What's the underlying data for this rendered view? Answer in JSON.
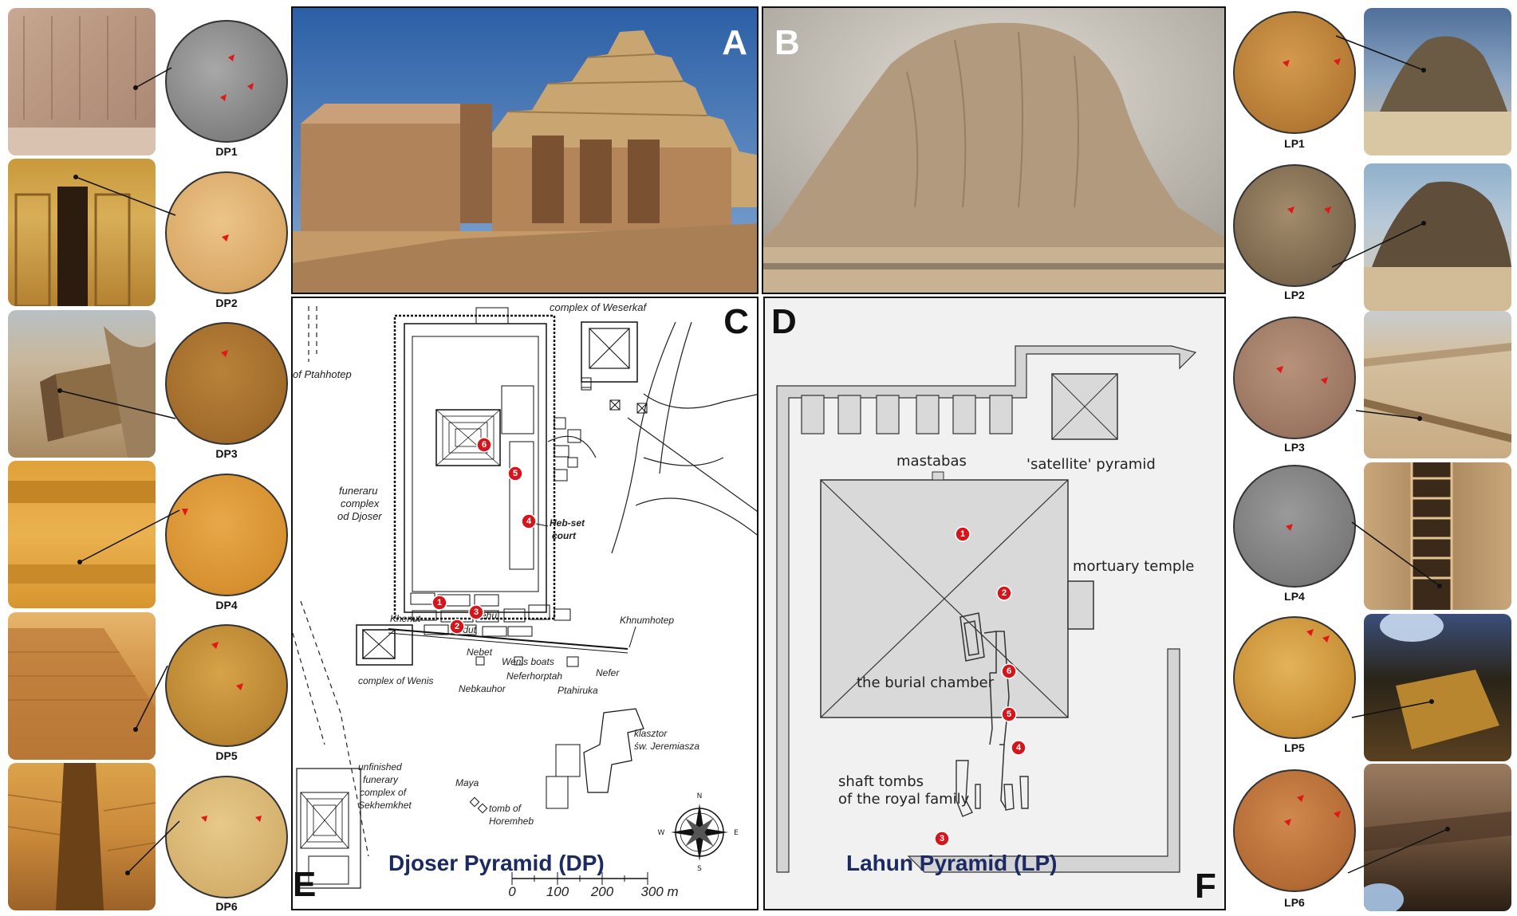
{
  "panels": {
    "A": "A",
    "B": "B",
    "C": "C",
    "D": "D",
    "E": "E",
    "F": "F"
  },
  "left_samples": [
    "DP1",
    "DP2",
    "DP3",
    "DP4",
    "DP5",
    "DP6"
  ],
  "right_samples": [
    "LP1",
    "LP2",
    "LP3",
    "LP4",
    "LP5",
    "LP6"
  ],
  "map_c": {
    "title": "Djoser Pyramid (DP)",
    "labels": {
      "weserkaf": "complex of Weserkaf",
      "ptahhotep": "of Ptahhotep",
      "funeraru": "funeraru",
      "complex": "complex",
      "od_djoser": "od Djoser",
      "hebset1": "Heb-set",
      "hebset2": "court",
      "khenut": "Khenut",
      "mehu": "Mehu",
      "idut": "Idut",
      "nebet": "Nebet",
      "wenis_boats": "Wenis boats",
      "neferhorptah": "Neferhorptah",
      "nefer": "Nefer",
      "khnumhotep": "Khnumhotep",
      "complex_wenis": "complex of Wenis",
      "nebkauhor": "Nebkauhor",
      "ptahiruka": "Ptahiruka",
      "klasztor1": "klasztor",
      "klasztor2": "św. Jeremiasza",
      "unfinished1": "unfinished",
      "unfinished2": "funerary",
      "unfinished3": "complex of",
      "unfinished4": "Sekhemkhet",
      "maya": "Maya",
      "horemheb1": "tomb of",
      "horemheb2": "Horemheb"
    },
    "compass": {
      "n": "N",
      "s": "S",
      "e": "E",
      "w": "W"
    },
    "scale": {
      "t0": "0",
      "t1": "100",
      "t2": "200",
      "t3": "300 m"
    },
    "markers": [
      "1",
      "2",
      "3",
      "4",
      "5",
      "6"
    ]
  },
  "map_d": {
    "title": "Lahun Pyramid (LP)",
    "labels": {
      "mastabas": "mastabas",
      "satellite": "'satellite' pyramid",
      "mortuary": "mortuary temple",
      "burial": "the burial chamber",
      "shaft1": "shaft tombs",
      "shaft2": "of the royal family"
    },
    "markers": [
      "1",
      "2",
      "3",
      "4",
      "5",
      "6"
    ]
  },
  "colors": {
    "title_blue": "#1b2a63",
    "marker_red": "#d8141b",
    "pointer_red": "#e01818"
  }
}
